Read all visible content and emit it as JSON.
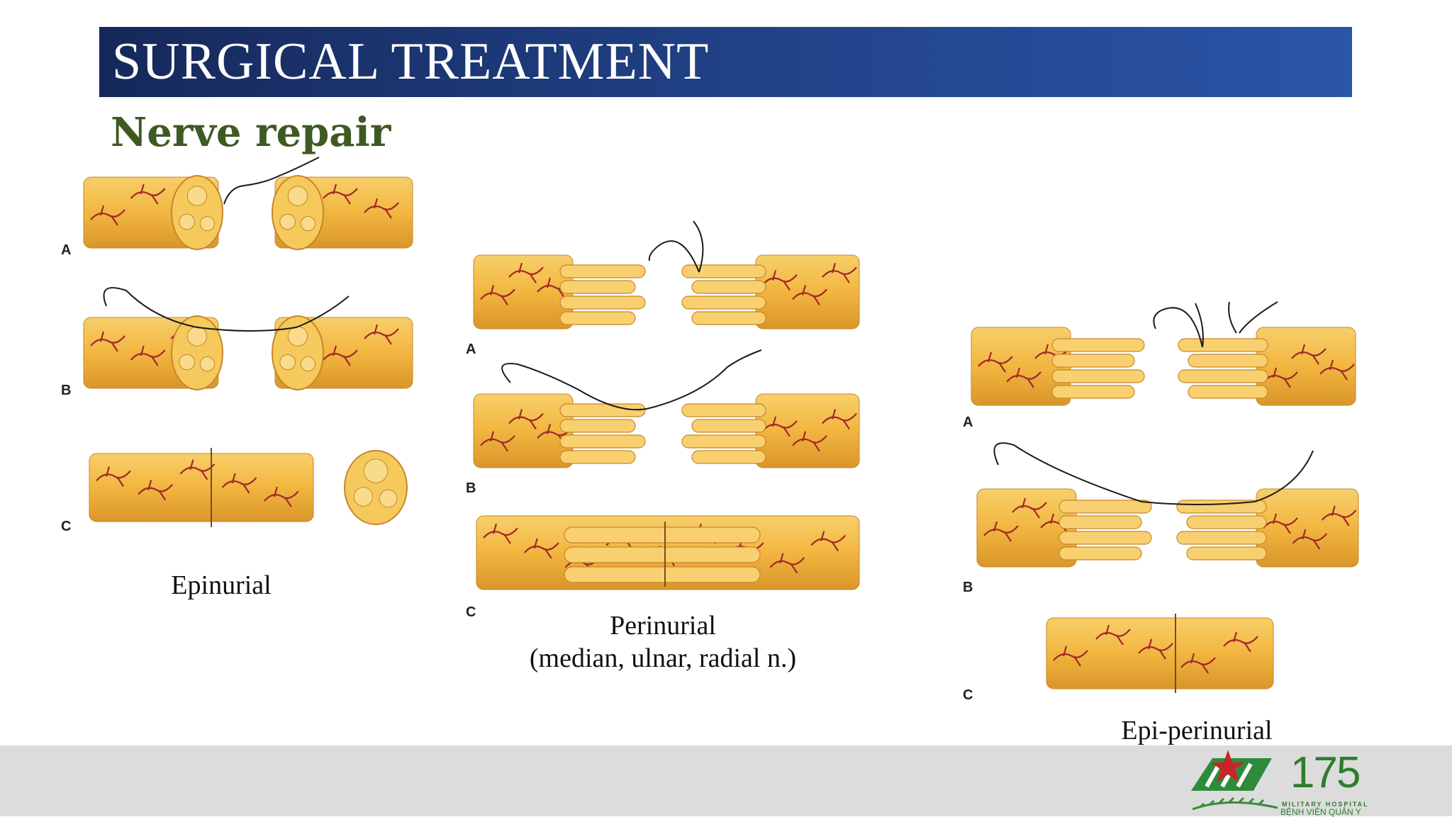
{
  "header": {
    "title": "SURGICAL TREATMENT"
  },
  "subtitle": "Nerve repair",
  "figures": [
    {
      "caption": "Epinurial",
      "panels": [
        "A",
        "B",
        "C"
      ]
    },
    {
      "caption_line1": "Perinurial",
      "caption_line2": "(median, ulnar, radial n.)",
      "panels": [
        "A",
        "B",
        "C"
      ]
    },
    {
      "caption": "Epi-perinurial",
      "panels": [
        "A",
        "B",
        "C"
      ]
    }
  ],
  "logo": {
    "number": "175",
    "line1": "MILITARY HOSPITAL",
    "line2": "BỆNH VIỆN QUÂN Y"
  },
  "colors": {
    "title_bar": "#1f3f82",
    "subtitle": "#3e5a22",
    "nerve": "#f2b640",
    "vessel": "#a3262a",
    "footer": "#dcdcdc",
    "logo": "#2e7d2e"
  }
}
